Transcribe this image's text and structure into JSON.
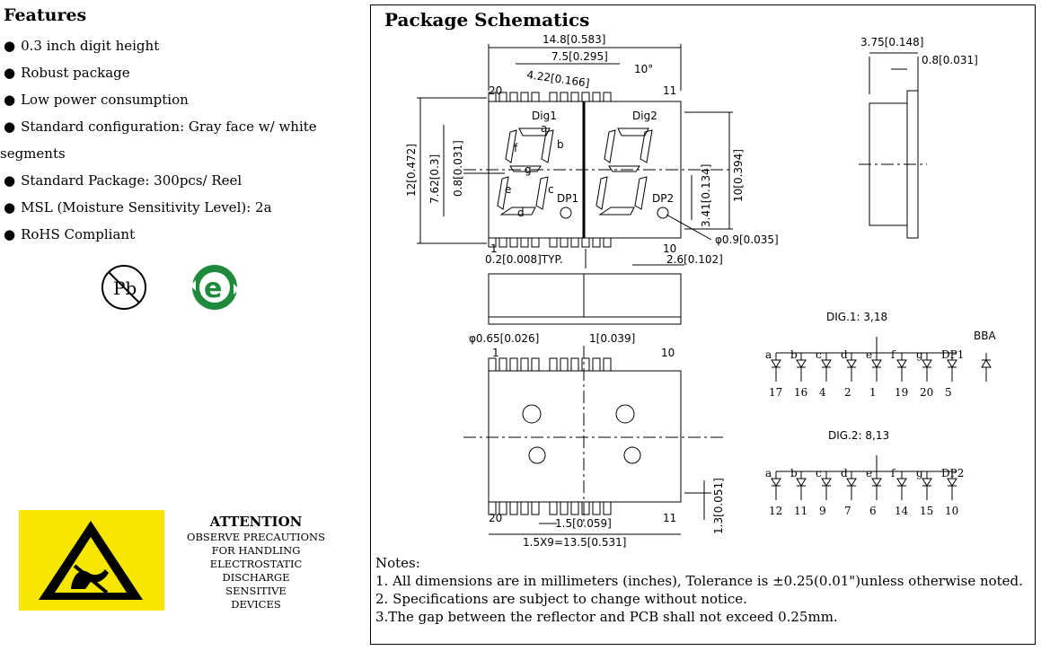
{
  "features": {
    "title": "Features",
    "items": [
      "0.3 inch digit height",
      "Robust package",
      "Low power consumption",
      "Standard configuration: Gray face w/ white",
      "segments",
      "Standard Package: 300pcs/ Reel",
      "MSL (Moisture Sensitivity Level): 2a",
      "RoHS Compliant"
    ],
    "bullet": "●"
  },
  "logos": {
    "pb_free": "Pb",
    "rohs_mark": "e"
  },
  "attention": {
    "title": "ATTENTION",
    "lines": [
      "OBSERVE PRECAUTIONS",
      "FOR HANDLING",
      "ELECTROSTATIC",
      "DISCHARGE",
      "SENSITIVE",
      "DEVICES"
    ],
    "color": "#f7e600"
  },
  "schematics": {
    "title": "Package Schematics",
    "dims": {
      "width_total": "14.8[0.583]",
      "digit_pitch": "7.5[0.295]",
      "seg_width": "4.22[0.166]",
      "slant": "10°",
      "side_depth": "3.75[0.148]",
      "side_thk": "0.8[0.031]",
      "height_total": "12[0.472]",
      "digit_height": "7.62[0.3]",
      "seg_thk": "0.8[0.031]",
      "body_h": "10[0.394]",
      "dp_offset": "3.41[0.134]",
      "dp_dia": "φ0.9[0.035]",
      "gap_typ": "0.2[0.008]TYP.",
      "pad_w": "2.6[0.102]",
      "hole_dia": "φ0.65[0.026]",
      "pin_w": "1[0.039]",
      "pin_h": "1.3[0.051]",
      "pin_pitch": "1.5[0.059]",
      "pin_span": "1.5X9=13.5[0.531]"
    },
    "pins": {
      "p20": "20",
      "p11": "11",
      "p1": "1",
      "p10": "10"
    },
    "digits": {
      "dig1": "Dig1",
      "dig2": "Dig2",
      "dp1": "DP1",
      "dp2": "DP2"
    },
    "seg_letters": {
      "a": "a",
      "b": "b",
      "c": "c",
      "d": "d",
      "e": "e",
      "f": "f",
      "g": "g"
    }
  },
  "circuit": {
    "dig1_label": "DIG.1: 3,18",
    "dig2_label": "DIG.2: 8,13",
    "bba": "BBA",
    "segments1": [
      "a",
      "b",
      "c",
      "d",
      "e",
      "f",
      "g",
      "DP1"
    ],
    "pins1": [
      "17",
      "16",
      "4",
      "2",
      "1",
      "19",
      "20",
      "5"
    ],
    "segments2": [
      "a",
      "b",
      "c",
      "d",
      "e",
      "f",
      "g",
      "DP2"
    ],
    "pins2": [
      "12",
      "11",
      "9",
      "7",
      "6",
      "14",
      "15",
      "10"
    ]
  },
  "notes": {
    "title": "Notes:",
    "lines": [
      "1. All dimensions are in millimeters (inches), Tolerance is ±0.25(0.01\")unless otherwise noted.",
      "2. Specifications are subject to change without notice.",
      "3.The gap between the reflector and PCB shall not exceed 0.25mm."
    ]
  }
}
